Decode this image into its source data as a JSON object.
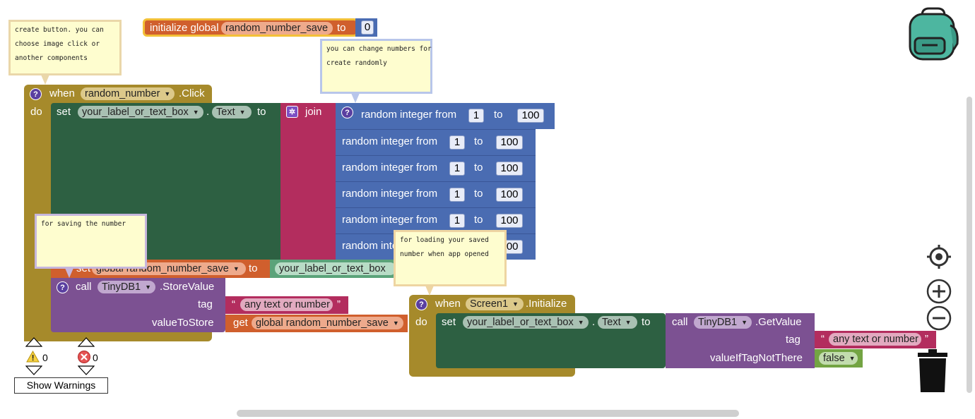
{
  "globalInit": {
    "keyword": "initialize global",
    "name": "random_number_save",
    "to": "to",
    "value": "0"
  },
  "clickEvent": {
    "when": "when",
    "component": "random_number",
    "event": ".Click",
    "do": "do",
    "setKw": "set",
    "target": "your_label_or_text_box",
    "dot": ".",
    "prop": "Text",
    "to": "to",
    "join": "join",
    "randomRows": [
      {
        "label": "random integer from",
        "from": "1",
        "to": "to",
        "max": "100"
      },
      {
        "label": "random integer from",
        "from": "1",
        "to": "to",
        "max": "100"
      },
      {
        "label": "random integer from",
        "from": "1",
        "to": "to",
        "max": "100"
      },
      {
        "label": "random integer from",
        "from": "1",
        "to": "to",
        "max": "100"
      },
      {
        "label": "random integer from",
        "from": "1",
        "to": "to",
        "max": "100"
      },
      {
        "label": "random inte",
        "from": "",
        "to": "",
        "max": "100"
      }
    ],
    "setGlobal": {
      "kw": "set",
      "name": "global random_number_save",
      "to": "to",
      "value": "your_label_or_text_box"
    },
    "store": {
      "call": "call",
      "component": "TinyDB1",
      "method": ".StoreValue",
      "tag": "tag",
      "tagText": "any text or number",
      "valueToStore": "valueToStore",
      "get": "get",
      "getVar": "global random_number_save"
    }
  },
  "initEvent": {
    "when": "when",
    "component": "Screen1",
    "event": ".Initialize",
    "do": "do",
    "setKw": "set",
    "target": "your_label_or_text_box",
    "dot": ".",
    "prop": "Text",
    "to": "to",
    "call": "call",
    "db": "TinyDB1",
    "method": ".GetValue",
    "tag": "tag",
    "tagText": "any text or number",
    "valueIfTagNotThere": "valueIfTagNotThere",
    "falseVal": "false"
  },
  "comments": {
    "c1": "create button. you can\nchoose image click or\nanother components",
    "c2": "you can change numbers for\ncreate randomly",
    "c3": "for saving the number",
    "c4": "for loading your saved\nnumber when app opened"
  },
  "warnings": {
    "warnCount": "0",
    "errorCount": "0",
    "button": "Show Warnings"
  },
  "icons": [
    "backpack-icon",
    "target-icon",
    "zoom-in-icon",
    "zoom-out-icon",
    "trash-icon",
    "help-icon",
    "gear-icon",
    "warning-icon",
    "error-icon"
  ],
  "colors": {
    "event": "#a68a2b",
    "component": "#2d6042",
    "text": "#b32d5e",
    "math": "#4a6cb2",
    "variable": "#d05f2d",
    "db": "#7c5192",
    "logic": "#73a443"
  }
}
